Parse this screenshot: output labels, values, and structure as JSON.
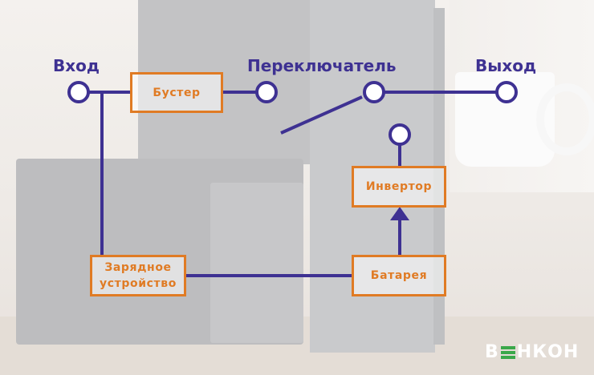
{
  "diagram": {
    "input_label": "Вход",
    "switch_label": "Переключатель",
    "output_label": "Выход",
    "booster_label": "Бустер",
    "inverter_label": "Инвертор",
    "charger_label_line1": "Зарядное",
    "charger_label_line2": "устройство",
    "battery_label": "Батарея"
  },
  "logo": {
    "text_before": "В",
    "text_after": "НКОН",
    "mark_icon": "book-icon"
  },
  "colors": {
    "line": "#3e3192",
    "box_border": "#e07b24",
    "box_text": "#e07b24",
    "node_label": "#3e3192"
  }
}
